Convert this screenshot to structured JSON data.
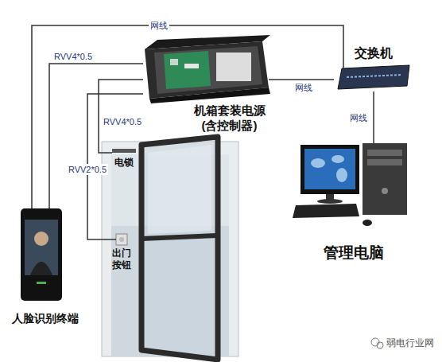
{
  "diagram": {
    "nodes": [
      {
        "text": [
          "机箱套装电源 (含控制器)"
        ]
      },
      {
        "text": [
          "交换机"
        ]
      },
      {
        "text": [
          "管理电脑"
        ]
      },
      {
        "text": [
          "人脸识别终端"
        ]
      },
      {
        "text": [
          "电锁"
        ]
      },
      {
        "text": [
          "出门 按钮"
        ]
      }
    ],
    "edges": [
      {
        "from": 3,
        "to": 1,
        "label": "网线",
        "arrow": "none"
      },
      {
        "from": 3,
        "to": 0,
        "label": "RVV4*0.5",
        "arrow": "none"
      },
      {
        "from": 0,
        "to": 4,
        "label": "RVV4*0.5",
        "arrow": "none"
      },
      {
        "from": 5,
        "to": 0,
        "label": "RVV2*0.5",
        "arrow": "none"
      },
      {
        "from": 0,
        "to": 1,
        "label": "网线",
        "arrow": "none"
      },
      {
        "from": 1,
        "to": 2,
        "label": "网线",
        "arrow": "none"
      }
    ],
    "labels": [
      "弱电行业网"
    ]
  }
}
